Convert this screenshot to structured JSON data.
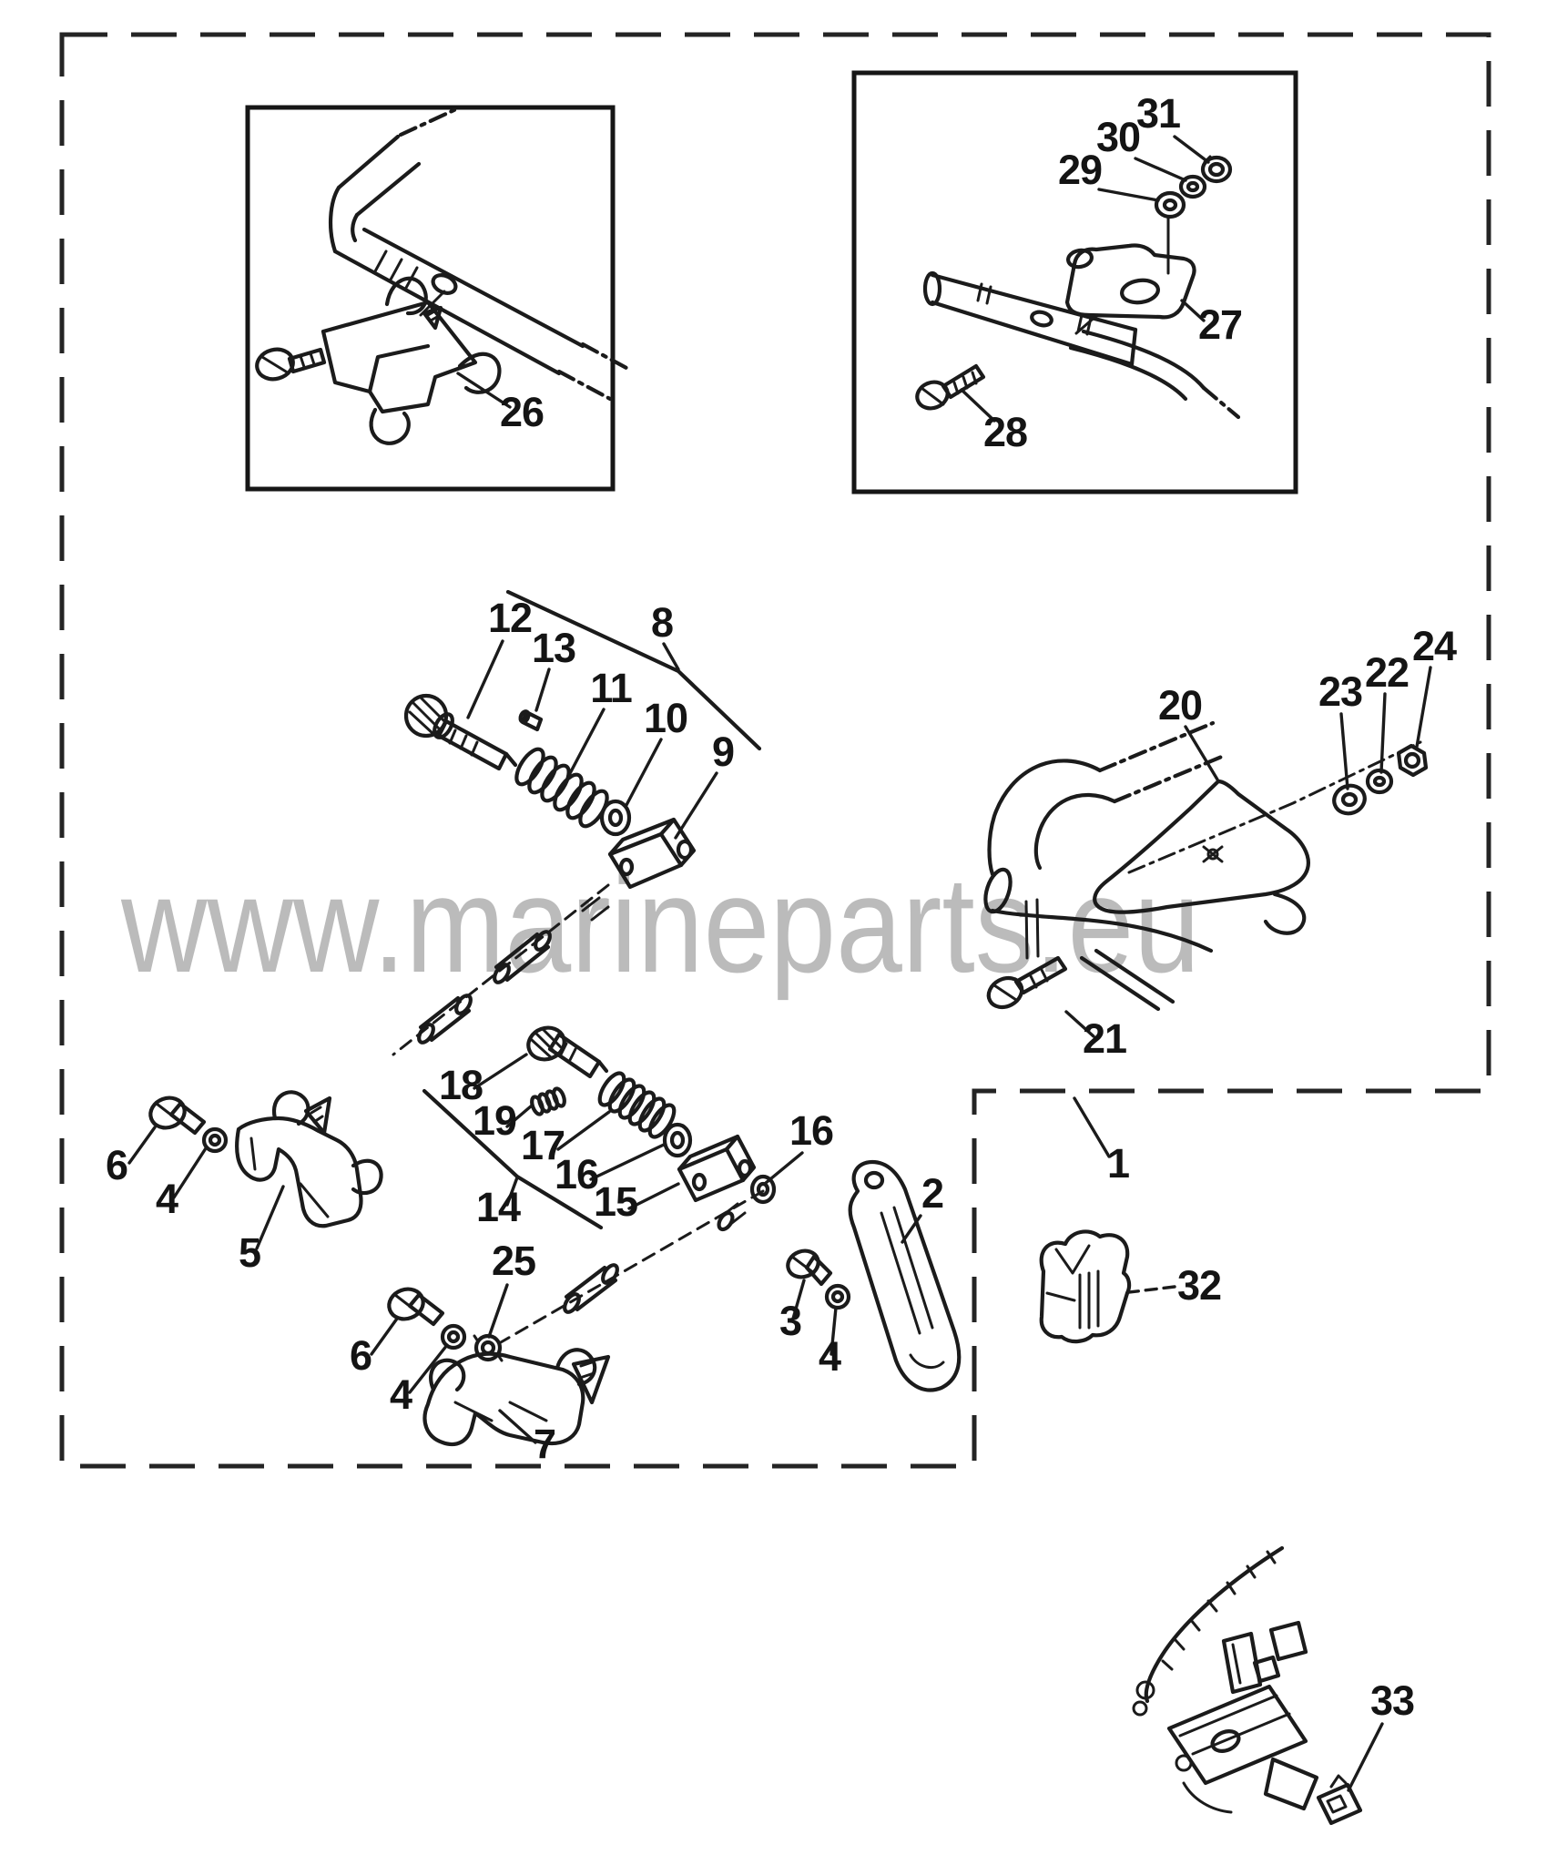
{
  "watermark": "www.marineparts.eu",
  "colors": {
    "ink": "#1b1b1b",
    "watermark_gray": "#b4b4b4",
    "background": "#ffffff"
  },
  "labels": [
    {
      "num": "26"
    },
    {
      "num": "31"
    },
    {
      "num": "30"
    },
    {
      "num": "29"
    },
    {
      "num": "27"
    },
    {
      "num": "28"
    },
    {
      "num": "12"
    },
    {
      "num": "13"
    },
    {
      "num": "8"
    },
    {
      "num": "11"
    },
    {
      "num": "10"
    },
    {
      "num": "9"
    },
    {
      "num": "20"
    },
    {
      "num": "23"
    },
    {
      "num": "22"
    },
    {
      "num": "24"
    },
    {
      "num": "21"
    },
    {
      "num": "18"
    },
    {
      "num": "19"
    },
    {
      "num": "17"
    },
    {
      "num": "16"
    },
    {
      "num": "15"
    },
    {
      "num": "14"
    },
    {
      "num": "16"
    },
    {
      "num": "2"
    },
    {
      "num": "25"
    },
    {
      "num": "6"
    },
    {
      "num": "4"
    },
    {
      "num": "5"
    },
    {
      "num": "6"
    },
    {
      "num": "4"
    },
    {
      "num": "7"
    },
    {
      "num": "3"
    },
    {
      "num": "4"
    },
    {
      "num": "1"
    },
    {
      "num": "32"
    },
    {
      "num": "33"
    }
  ]
}
